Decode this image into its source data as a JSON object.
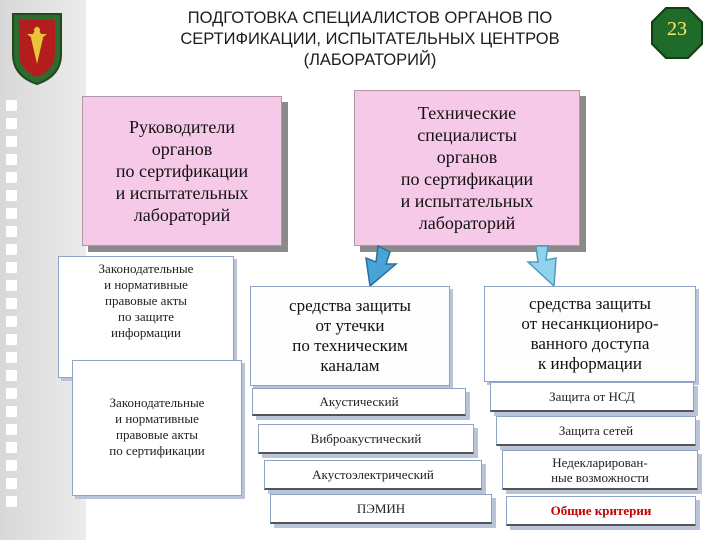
{
  "title": {
    "line1": "ПОДГОТОВКА СПЕЦИАЛИСТОВ ОРГАНОВ ПО",
    "line2": "СЕРТИФИКАЦИИ, ИСПЫТАТЕЛЬНЫХ ЦЕНТРОВ",
    "line3": "(ЛАБОРАТОРИЙ)"
  },
  "slide_number": "23",
  "heads": {
    "left": [
      "Руководители",
      "органов",
      "по сертификации",
      "и испытательных",
      "лабораторий"
    ],
    "right": [
      "Технические",
      "специалисты",
      "органов",
      "по сертификации",
      "и испытательных",
      "лабораторий"
    ]
  },
  "legal": {
    "box1": [
      "Законодательные",
      "и нормативные",
      "правовые акты",
      "по защите",
      "информации"
    ],
    "box2": [
      "Законодательные",
      "и нормативные",
      "правовые акты",
      "по сертификации"
    ]
  },
  "leakage": {
    "heading": [
      "средства защиты",
      "от утечки",
      "по техническим",
      "каналам"
    ],
    "items": [
      "Акустический",
      "Виброакустический",
      "Акустоэлектрический",
      "ПЭМИН"
    ]
  },
  "nsd": {
    "heading": [
      "средства защиты",
      "от несанкциониро-",
      "ванного доступа",
      "к информации"
    ],
    "items": [
      "Защита от НСД",
      "Защита сетей",
      "Недекларирован-",
      "ные возможности",
      "Общие критерии"
    ]
  },
  "colors": {
    "pink": "#f7c9e8",
    "arrow_left": "#4aa3d6",
    "arrow_right": "#8fd3ec",
    "accent_red": "#c40000"
  }
}
